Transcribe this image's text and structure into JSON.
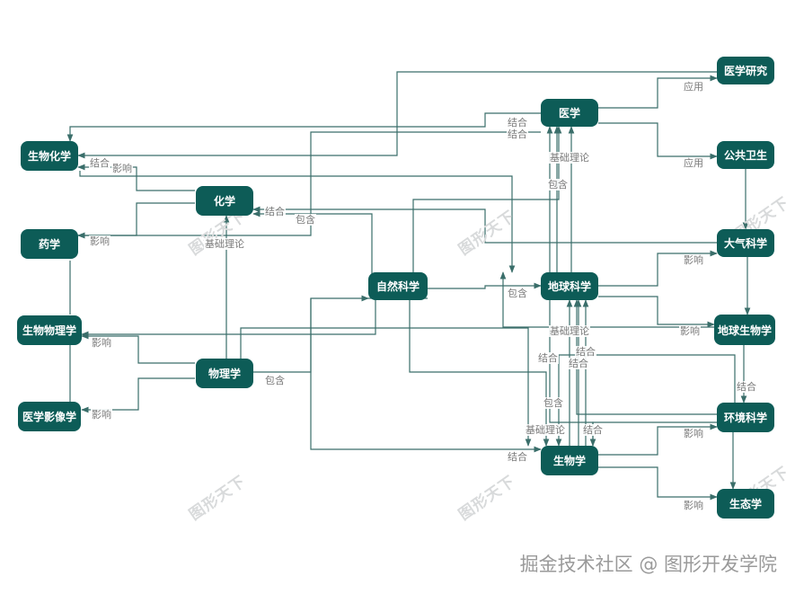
{
  "colors": {
    "node_fill": "#0d5c57",
    "edge": "#3a6e6a",
    "label": "#7a7a7a",
    "watermark": "#d8dadb"
  },
  "watermark_text": "图形天下",
  "footer_text": "掘金技术社区 @ 图形开发学院",
  "nodes": {
    "yixueyanjiu": "医学研究",
    "yixue": "医学",
    "gonggongweisheng": "公共卫生",
    "shengwuhuaxue": "生物化学",
    "huaxue": "化学",
    "yaoxue": "药学",
    "daqikexue": "大气科学",
    "ziranxue": "自然科学",
    "diqiukexue": "地球科学",
    "shengwuwulixue": "生物物理学",
    "diqiushengwuxue": "地球生物学",
    "wulixue": "物理学",
    "yixueyingxiangxue": "医学影像学",
    "huanjingkexue": "环境科学",
    "shengwuxue": "生物学",
    "shengtaixue": "生态学"
  },
  "edge_labels": {
    "yingyong": "应用",
    "jiehe": "结合",
    "yingxiang": "影响",
    "baohan": "包含",
    "jichulilun": "基础理论"
  }
}
